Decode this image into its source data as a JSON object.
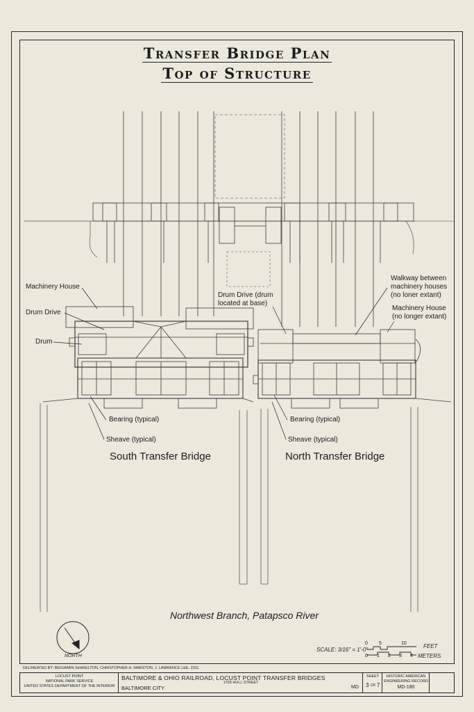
{
  "sheet": {
    "title_line1": "Transfer Bridge Plan",
    "title_line2": "Top of Structure"
  },
  "labels": {
    "machinery_house": "Machinery House",
    "drum_drive": "Drum Drive",
    "drum": "Drum",
    "drum_drive_base_l1": "Drum Drive (drum",
    "drum_drive_base_l2": "located at base)",
    "walkway_l1": "Walkway between",
    "walkway_l2": "machinery houses",
    "walkway_l3": "(no loner extant)",
    "machinery_house_nle_l1": "Machinery House",
    "machinery_house_nle_l2": "(no longer extant)",
    "bearing_south": "Bearing (typical)",
    "sheave_south": "Sheave (typical)",
    "bearing_north": "Bearing (typical)",
    "sheave_north": "Sheave (typical)",
    "south_bridge": "South Transfer Bridge",
    "north_bridge": "North Transfer Bridge",
    "river": "Northwest Branch, Patapsco River"
  },
  "north_arrow": {
    "label": "NORTH"
  },
  "scale": {
    "text": "SCALE: 3/16\" = 1'-0\"",
    "feet_ticks": [
      "0",
      "5",
      "10"
    ],
    "feet_label": "FEET",
    "meter_ticks": [
      "0",
      "1",
      "2",
      "3",
      "4"
    ],
    "meters_label": "METERS"
  },
  "title_block": {
    "delineated": "DELINEATED BY: BENJAMIN SHAKELTON, CHRISTOPHER H. MARSTON, J. LAWRENCE LEE, 2011",
    "agency_l1": "LOCUST POINT",
    "agency_l2": "NATIONAL PARK SERVICE",
    "agency_l3": "UNITED STATES DEPARTMENT OF THE INTERIOR",
    "project": "BALTIMORE & OHIO RAILROAD, LOCUST POINT TRANSFER BRIDGES",
    "street": "1705 HULL STREET",
    "city": "BALTIMORE CITY",
    "state": "MD",
    "sheet_label": "SHEET",
    "sheet_num": "3",
    "sheet_of": "OF",
    "sheet_total": "7",
    "record_l1": "HISTORIC AMERICAN",
    "record_l2": "ENGINEERING RECORD",
    "record_num": "MD-180"
  }
}
